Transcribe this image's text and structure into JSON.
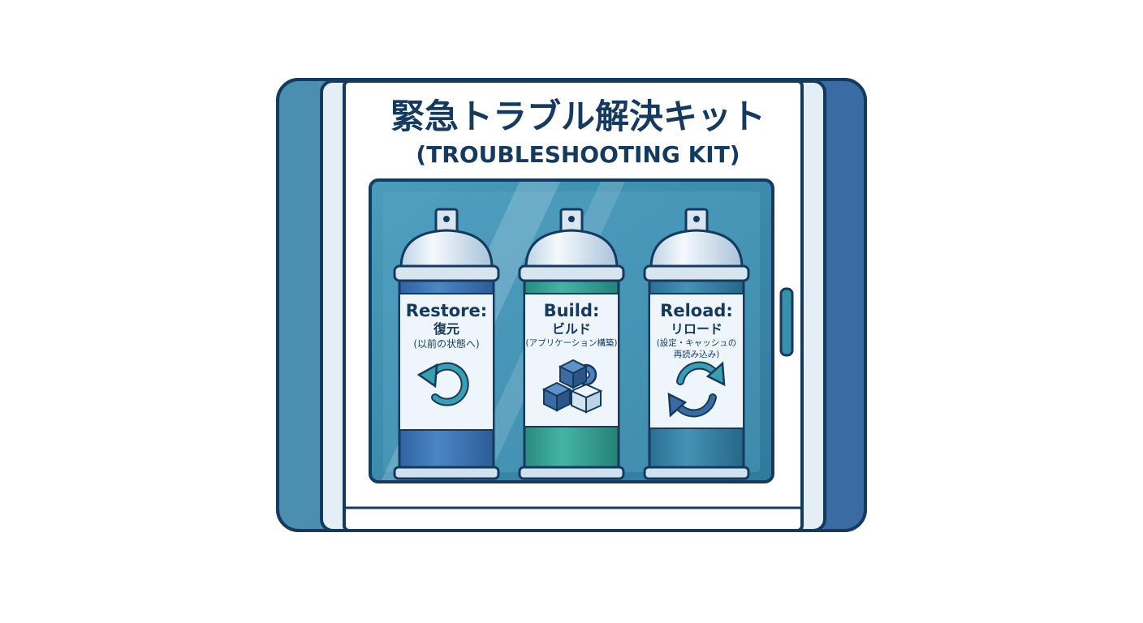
{
  "kit": {
    "title_jp": "緊急トラブル解決キット",
    "title_en": "(TROUBLESHOOTING KIT)"
  },
  "cans": [
    {
      "name": "Restore:",
      "sub": "復元",
      "desc": [
        "(以前の状態へ)"
      ],
      "icon": "undo-arrow-icon",
      "color": "#3f78b5"
    },
    {
      "name": "Build:",
      "sub": "ビルド",
      "desc": [
        "(アプリケーション構築)"
      ],
      "icon": "cubes-gear-icon",
      "color": "#3aa59a"
    },
    {
      "name": "Reload:",
      "sub": "リロード",
      "desc": [
        "(設定・キャッシュの",
        "再読み込み)"
      ],
      "icon": "refresh-cycle-icon",
      "color": "#3b83a6"
    }
  ],
  "colors": {
    "outline": "#163a5e",
    "case_left": "#4a8fb0",
    "case_right": "#3a6ba3",
    "glass": "#3f8fb0"
  }
}
